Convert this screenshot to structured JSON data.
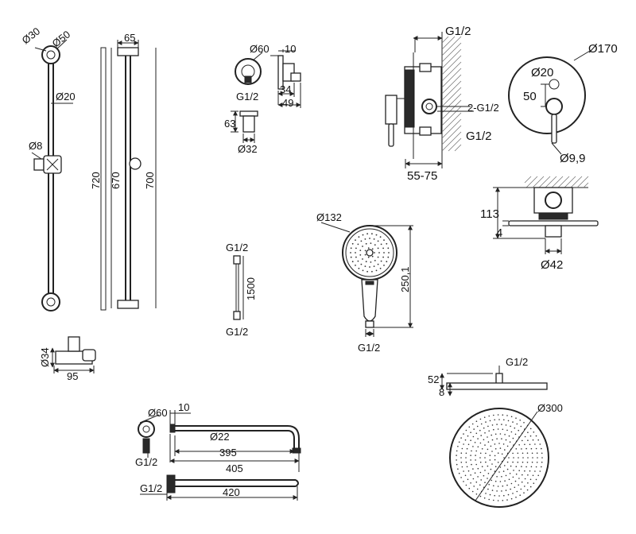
{
  "shower_rail": {
    "hole_diam": "Ø30",
    "flange_diam": "Ø50",
    "rail_diam": "Ø20",
    "holder_diam": "Ø8",
    "depth": "65",
    "length_total": "720",
    "length_between": "670",
    "length_overall": "700"
  },
  "rail_bracket": {
    "diam": "Ø34",
    "width": "95"
  },
  "wall_outlet": {
    "flange_diam": "Ø60",
    "thread": "G1/2",
    "height": "63",
    "pipe_diam": "Ø32",
    "offset": "10",
    "depth_a": "34",
    "depth_b": "49"
  },
  "hose": {
    "thread_top": "G1/2",
    "length": "1500",
    "thread_bottom": "G1/2"
  },
  "hand_shower": {
    "head_diam": "Ø132",
    "length": "250,1",
    "thread": "G1/2"
  },
  "mixer_body": {
    "thread_top": "G1/2",
    "outlets": "2-G1/2",
    "thread_bottom": "G1/2",
    "depth_range": "55-75"
  },
  "mixer_plate": {
    "plate_diam": "Ø170",
    "small_hole": "Ø20",
    "offset": "50",
    "lever_diam": "Ø9,9"
  },
  "mixer_side": {
    "depth": "113",
    "plate": "4",
    "spout_diam": "Ø42"
  },
  "shower_head": {
    "thread": "G1/2",
    "height": "52",
    "thickness": "8",
    "diam": "Ø300"
  },
  "shower_arm": {
    "flange_diam": "Ø60",
    "offset": "10",
    "pipe_diam": "Ø22",
    "thread": "G1/2",
    "length_inner": "395",
    "length_outer": "405"
  },
  "straight_arm": {
    "thread": "G1/2",
    "length": "420"
  }
}
